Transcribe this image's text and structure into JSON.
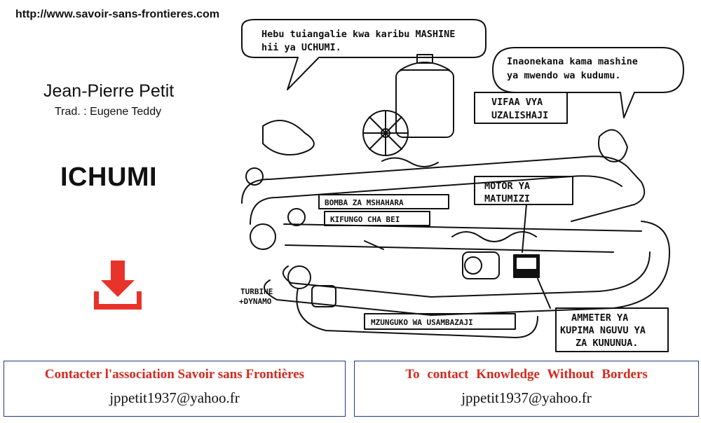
{
  "header": {
    "url": "http://www.savoir-sans-frontieres.com"
  },
  "book": {
    "author": "Jean-Pierre Petit",
    "translator": "Trad.  : Eugene Teddy",
    "title": "ICHUMI"
  },
  "download": {
    "icon": "download-icon",
    "color": "#e8332a"
  },
  "illustration": {
    "bubble_left_line1": "Hebu tuiangalie kwa karibu MASHINE",
    "bubble_left_line2": "hii ya UCHUMI.",
    "bubble_right_line1": "Inaonekana kama mashine",
    "bubble_right_line2": "ya mwendo wa kudumu.",
    "label_production_line1": "VIFAA VYA",
    "label_production_line2": "UZALISHAJI",
    "label_motor_line1": "MOTOR YA",
    "label_motor_line2": "MATUMIZI",
    "label_salary_pump": "BOMBA ZA MSHAHARA",
    "label_price_valve": "KIFUNGO CHA BEI",
    "label_turbine_line1": "TURBINE",
    "label_turbine_line2": "+DYNAMO",
    "label_distribution": "MZUNGUKO WA USAMBAZAJI",
    "label_ammeter_line1": "AMMETER YA",
    "label_ammeter_line2": "KUPIMA NGUVU YA",
    "label_ammeter_line3": "ZA KUNUNUA."
  },
  "contact": {
    "fr": {
      "heading": "Contacter l'association Savoir sans Frontières",
      "email": "jppetit1937@yahoo.fr"
    },
    "en": {
      "heading": "To contact Knowledge Without Borders",
      "email": "jppetit1937@yahoo.fr"
    }
  },
  "colors": {
    "contact_heading": "#d42a1e",
    "contact_border": "#1f3a8a"
  }
}
